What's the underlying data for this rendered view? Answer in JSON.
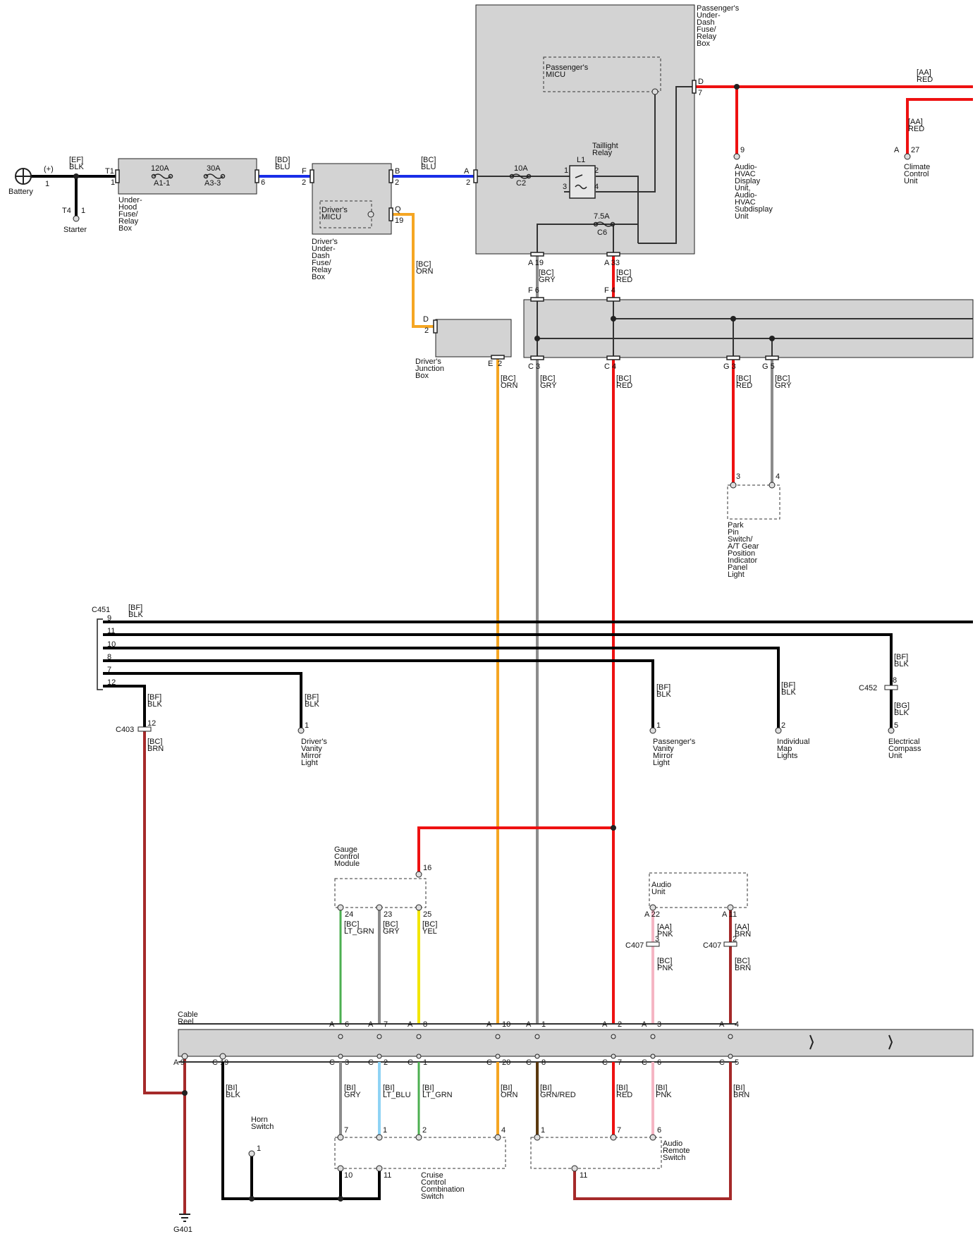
{
  "colors": {
    "BLK": "#000000",
    "RED": "#ee1111",
    "BLU": "#1a2ee8",
    "ORN": "#f5a623",
    "GRY": "#8c8c8c",
    "BRN": "#a52a2a",
    "PNK": "#f5b6c4",
    "LT_GRN": "#4caf50",
    "LT_BLU": "#8fd3f4",
    "YEL": "#f2e600",
    "GRNRED": "#5b3a10",
    "DARKGRY": "#333333"
  },
  "components": {
    "battery": {
      "label": "Battery",
      "plus": "(+)",
      "pin": "1"
    },
    "starter": {
      "label": "Starter",
      "conn": "T4",
      "pin": "1"
    },
    "under_hood": {
      "label": [
        "Under-",
        "Hood",
        "Fuse/",
        "Relay",
        "Box"
      ],
      "fuse1": "120A",
      "fuse1_id": "A1-1",
      "fuse2": "30A",
      "fuse2_id": "A3-3",
      "conn_in": "T1",
      "pin_in": "1",
      "pin_out": "6"
    },
    "drivers_under_dash": {
      "label": [
        "Driver's",
        "Under-",
        "Dash",
        "Fuse/",
        "Relay",
        "Box"
      ],
      "micu": [
        "Driver's",
        "MICU"
      ],
      "conn_f": "F",
      "pin_f": "2",
      "conn_b": "B",
      "pin_b": "2",
      "conn_q": "Q",
      "pin_q": "19"
    },
    "passengers_under_dash": {
      "label": [
        "Passenger's",
        "Under-",
        "Dash",
        "Fuse/",
        "Relay",
        "Box"
      ],
      "micu": [
        "Passenger's",
        "MICU"
      ],
      "conn_a": "A",
      "pin_a": "2",
      "fuse_c2": "10A",
      "fuse_c2_id": "C2",
      "fuse_c6": "7.5A",
      "fuse_c6_id": "C6",
      "relay": [
        "Taillight",
        "Relay"
      ],
      "relay_id": "L1",
      "relay_p1": "1",
      "relay_p2": "2",
      "relay_p3": "3",
      "relay_p4": "4",
      "conn_d": "D",
      "pin_d": "7"
    },
    "drivers_junction": {
      "label": [
        "Driver's",
        "Junction",
        "Box"
      ],
      "conn_d": "D",
      "pin_d": "2",
      "conn_e": "E",
      "pin_e": "2"
    },
    "audio_hvac": {
      "label": [
        "Audio-",
        "HVAC",
        "Display",
        "Unit,",
        "Audio-",
        "HVAC",
        "Subdisplay",
        "Unit"
      ],
      "pin": "9"
    },
    "climate": {
      "label": [
        "Climate",
        "Control",
        "Unit"
      ],
      "conn": "A",
      "pin": "27"
    },
    "park_pin": {
      "label": [
        "Park",
        "Pin",
        "Switch/",
        "A/T Gear",
        "Position",
        "Indicator",
        "Panel",
        "Light"
      ],
      "pin1": "3",
      "pin2": "4"
    },
    "drivers_vanity": {
      "label": [
        "Driver's",
        "Vanity",
        "Mirror",
        "Light"
      ],
      "pin": "1"
    },
    "passengers_vanity": {
      "label": [
        "Passenger's",
        "Vanity",
        "Mirror",
        "Light"
      ],
      "pin": "1"
    },
    "map_lights": {
      "label": [
        "Individual",
        "Map",
        "Lights"
      ],
      "pin": "2"
    },
    "compass": {
      "label": [
        "Electrical",
        "Compass",
        "Unit"
      ],
      "pin": "5"
    },
    "gauge": {
      "label": [
        "Gauge",
        "Control",
        "Module"
      ],
      "pin16": "16",
      "pin24": "24",
      "pin23": "23",
      "pin25": "25"
    },
    "audio_unit": {
      "label": [
        "Audio",
        "Unit"
      ],
      "pin22": "22",
      "pin11": "11"
    },
    "cable_reel": {
      "label": [
        "Cable",
        "Reel"
      ]
    },
    "horn": {
      "label": [
        "Horn",
        "Switch"
      ],
      "pin": "1"
    },
    "cruise": {
      "label": [
        "Cruise",
        "Control",
        "Combination",
        "Switch"
      ],
      "p7": "7",
      "p1": "1",
      "p2": "2",
      "p4": "4",
      "p10": "10",
      "p11": "11"
    },
    "audio_remote": {
      "label": [
        "Audio",
        "Remote",
        "Switch"
      ],
      "p1": "1",
      "p7": "7",
      "p6": "6",
      "p11": "11"
    },
    "g401": "G401"
  },
  "wires": {
    "ef_blk": [
      "[EF]",
      "BLK"
    ],
    "bd_blu": [
      "[BD]",
      "BLU"
    ],
    "bc_blu": [
      "[BC]",
      "BLU"
    ],
    "bc_orn": [
      "[BC]",
      "ORN"
    ],
    "aa_red1": [
      "[AA]",
      "RED"
    ],
    "aa_red2": [
      "[AA]",
      "RED"
    ],
    "bc_gry": [
      "[BC]",
      "GRY"
    ],
    "bc_red": [
      "[BC]",
      "RED"
    ],
    "bc_orn2": [
      "[BC]",
      "ORN"
    ],
    "bc_gry2": [
      "[BC]",
      "GRY"
    ],
    "bc_red2": [
      "[BC]",
      "RED"
    ],
    "bc_red3": [
      "[BC]",
      "RED"
    ],
    "bc_gry3": [
      "[BC]",
      "GRY"
    ],
    "bf_blk_top": [
      "[BF]",
      "BLK"
    ],
    "bf_blk_a": [
      "[BF]",
      "BLK"
    ],
    "bc_brn": [
      "[BC]",
      "BRN"
    ],
    "bf_blk_b": [
      "[BF]",
      "BLK"
    ],
    "bf_blk_c": [
      "[BF]",
      "BLK"
    ],
    "bf_blk_d": [
      "[BF]",
      "BLK"
    ],
    "bf_blk_e": [
      "[BF]",
      "BLK"
    ],
    "bg_blk": [
      "[BG]",
      "BLK"
    ],
    "bc_ltgrn": [
      "[BC]",
      "LT_GRN"
    ],
    "bc_gry4": [
      "[BC]",
      "GRY"
    ],
    "bc_yel": [
      "[BC]",
      "YEL"
    ],
    "aa_pnk": [
      "[AA]",
      "PNK"
    ],
    "aa_brn": [
      "[AA]",
      "BRN"
    ],
    "bc_pnk": [
      "[BC]",
      "PNK"
    ],
    "bc_brn2": [
      "[BC]",
      "BRN"
    ],
    "bi_blk": [
      "[BI]",
      "BLK"
    ],
    "bi_gry": [
      "[BI]",
      "GRY"
    ],
    "bi_ltblu": [
      "[BI]",
      "LT_BLU"
    ],
    "bi_ltgrn": [
      "[BI]",
      "LT_GRN"
    ],
    "bi_orn": [
      "[BI]",
      "ORN"
    ],
    "bi_grnred": [
      "[BI]",
      "GRN/RED"
    ],
    "bi_red": [
      "[BI]",
      "RED"
    ],
    "bi_pnk": [
      "[BI]",
      "PNK"
    ],
    "bi_brn": [
      "[BI]",
      "BRN"
    ]
  },
  "connectors": {
    "c451": "C451",
    "c451_pins": [
      "9",
      "11",
      "10",
      "8",
      "7",
      "12"
    ],
    "c403": "C403",
    "c403_pin": "12",
    "c452": "C452",
    "c452_pin": "8",
    "c407": "C407",
    "c407_pin_a": "3",
    "c407_pin_b": "2",
    "pa19": [
      "A",
      "19"
    ],
    "pa33": [
      "A",
      "33"
    ],
    "jf6": [
      "F",
      "6"
    ],
    "jf4": [
      "F",
      "4"
    ],
    "jc3": [
      "C",
      "3"
    ],
    "jc4": [
      "C",
      "4"
    ],
    "jg3": [
      "G",
      "3"
    ],
    "jg5": [
      "G",
      "5"
    ],
    "ra_top": [
      [
        "A",
        "6"
      ],
      [
        "A",
        "7"
      ],
      [
        "A",
        "8"
      ],
      [
        "A",
        "10"
      ],
      [
        "A",
        "1"
      ],
      [
        "A",
        "2"
      ],
      [
        "A",
        "3"
      ],
      [
        "A",
        "4"
      ]
    ],
    "rc_bot": [
      [
        "C",
        "3"
      ],
      [
        "C",
        "2"
      ],
      [
        "C",
        "1"
      ],
      [
        "C",
        "20"
      ],
      [
        "C",
        "8"
      ],
      [
        "C",
        "7"
      ],
      [
        "C",
        "6"
      ],
      [
        "C",
        "5"
      ]
    ],
    "ra9": [
      "A",
      "9"
    ],
    "rc19": [
      "C",
      "19"
    ],
    "au22": [
      "A",
      "22"
    ],
    "au11": [
      "A",
      "11"
    ]
  }
}
